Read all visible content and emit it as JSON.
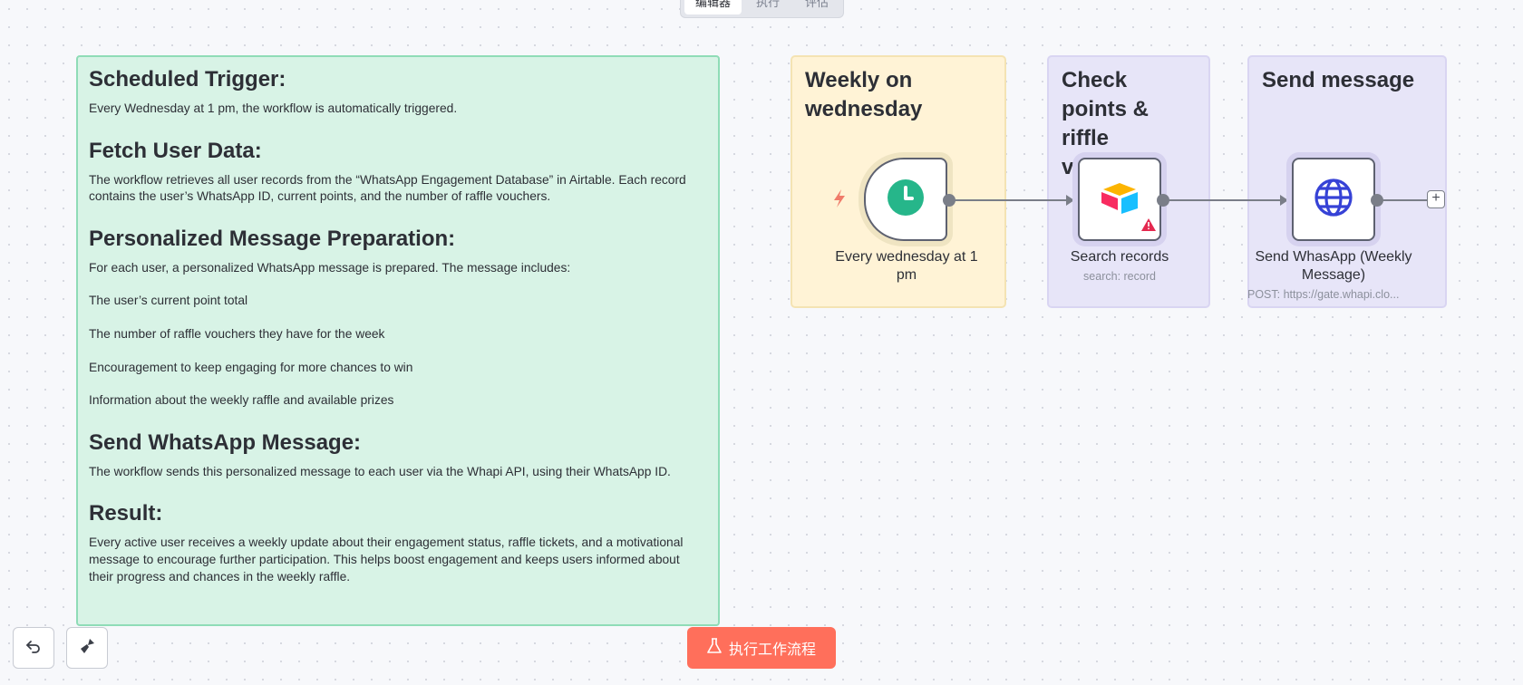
{
  "tabs": [
    {
      "label": "编辑器",
      "active": true
    },
    {
      "label": "执行",
      "active": false
    },
    {
      "label": "评估",
      "active": false
    }
  ],
  "note": {
    "sections": [
      {
        "heading": "Scheduled Trigger:",
        "paragraphs": [
          "Every Wednesday at 1 pm, the workflow is automatically triggered."
        ]
      },
      {
        "heading": "Fetch User Data:",
        "paragraphs": [
          "The workflow retrieves all user records from the “WhatsApp Engagement Database” in Airtable. Each record contains the user’s WhatsApp ID, current points, and the number of raffle vouchers."
        ]
      },
      {
        "heading": "Personalized Message Preparation:",
        "paragraphs": [
          "For each user, a personalized WhatsApp message is prepared. The message includes:"
        ],
        "items": [
          "The user’s current point total",
          "The number of raffle vouchers they have for the week",
          "Encouragement to keep engaging for more chances to win",
          "Information about the weekly raffle and available prizes"
        ]
      },
      {
        "heading": "Send WhatsApp Message:",
        "paragraphs": [
          "The workflow sends this personalized message to each user via the Whapi API, using their WhatsApp ID."
        ]
      },
      {
        "heading": "Result:",
        "paragraphs": [
          "Every active user receives a weekly update about their engagement status, raffle tickets, and a motivational message to encourage further participation. This helps boost engagement and keeps users informed about their progress and chances in the weekly raffle."
        ]
      }
    ]
  },
  "stickies": {
    "weekly": "Weekly on wednesday",
    "check": "Check points & riffle vouchers",
    "send": "Send message"
  },
  "nodes": {
    "trigger": {
      "label": "Every wednesday at 1 pm",
      "icon": "clock-icon"
    },
    "search": {
      "label": "Search records",
      "sub": "search: record",
      "icon": "airtable-icon",
      "warning": true
    },
    "send": {
      "label": "Send WhasApp (Weekly Message)",
      "sub": "POST: https://gate.whapi.clo...",
      "icon": "globe-icon"
    }
  },
  "controls": {
    "undo": "undo-icon",
    "clear": "broom-icon",
    "execute_label": "执行工作流程"
  },
  "colors": {
    "note_bg": "#d8f3e6",
    "yellow_sticky": "#fff3d6",
    "purple_sticky": "#e7e5f8",
    "execute_button": "#ff6f5b",
    "clock_green": "#26b68a",
    "globe_blue": "#3642d6"
  }
}
